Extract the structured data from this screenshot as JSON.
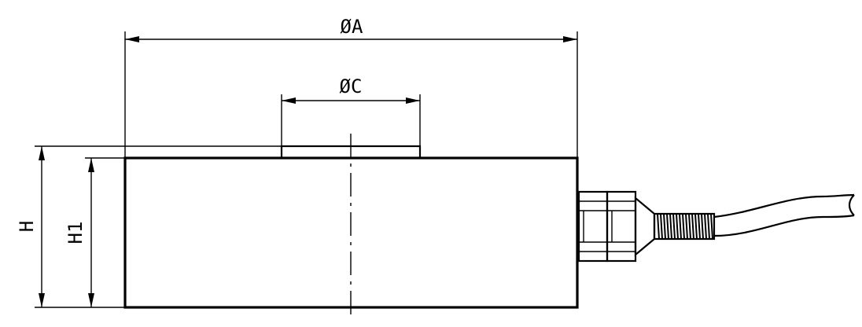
{
  "labels": {
    "dim_a": "ØA",
    "dim_c": "ØC",
    "dim_h": "H",
    "dim_h1": "H1"
  },
  "colors": {
    "line": "#000000",
    "background": "#ffffff"
  }
}
